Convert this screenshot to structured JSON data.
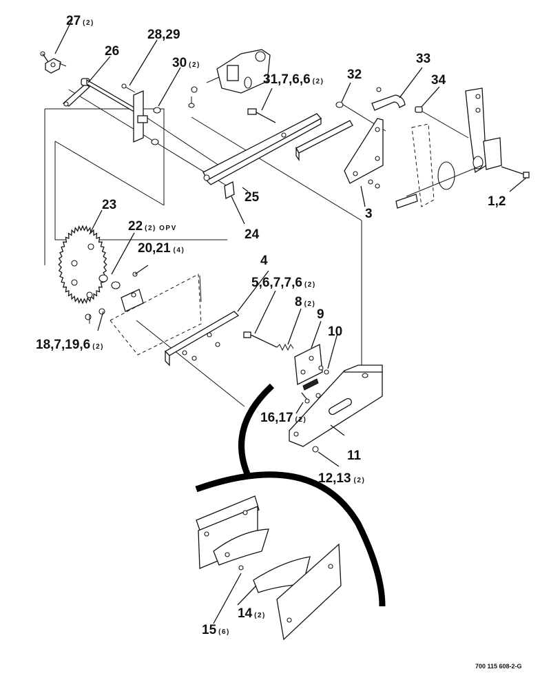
{
  "callouts": [
    {
      "id": "c27",
      "label": "27",
      "qty": "(2)"
    },
    {
      "id": "c26",
      "label": "26",
      "qty": ""
    },
    {
      "id": "c28",
      "label": "28,29",
      "qty": ""
    },
    {
      "id": "c30",
      "label": "30",
      "qty": "(2)"
    },
    {
      "id": "c31",
      "label": "31,7,6,6",
      "qty": "(2)"
    },
    {
      "id": "c32",
      "label": "32",
      "qty": ""
    },
    {
      "id": "c33",
      "label": "33",
      "qty": ""
    },
    {
      "id": "c34",
      "label": "34",
      "qty": ""
    },
    {
      "id": "c1",
      "label": "1,2",
      "qty": ""
    },
    {
      "id": "c25",
      "label": "25",
      "qty": ""
    },
    {
      "id": "c3",
      "label": "3",
      "qty": ""
    },
    {
      "id": "c24",
      "label": "24",
      "qty": ""
    },
    {
      "id": "c23",
      "label": "23",
      "qty": ""
    },
    {
      "id": "c22",
      "label": "22",
      "qty": "(2) OPV"
    },
    {
      "id": "c20",
      "label": "20,21",
      "qty": "(4)"
    },
    {
      "id": "c4",
      "label": "4",
      "qty": ""
    },
    {
      "id": "c5",
      "label": "5,6,7,7,6",
      "qty": "(2)"
    },
    {
      "id": "c8",
      "label": "8",
      "qty": "(2)"
    },
    {
      "id": "c9",
      "label": "9",
      "qty": ""
    },
    {
      "id": "c10",
      "label": "10",
      "qty": ""
    },
    {
      "id": "c18",
      "label": "18,7,19,6",
      "qty": "(2)"
    },
    {
      "id": "c16",
      "label": "16,17",
      "qty": "(2)"
    },
    {
      "id": "c11",
      "label": "11",
      "qty": ""
    },
    {
      "id": "c12",
      "label": "12,13",
      "qty": "(2)"
    },
    {
      "id": "c15",
      "label": "15",
      "qty": "(6)"
    },
    {
      "id": "c14",
      "label": "14",
      "qty": "(2)"
    }
  ],
  "drawing_number": "700 115 608-2-G"
}
